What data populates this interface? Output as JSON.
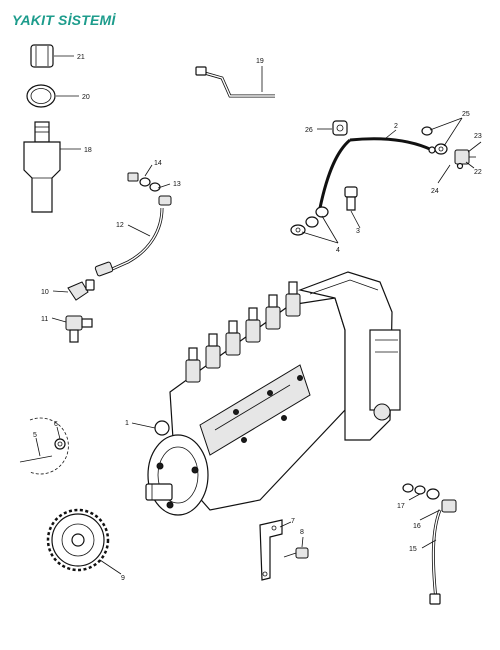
{
  "header": {
    "title": "YAKIT SİSTEMİ",
    "title_color": "#1d9c8c"
  },
  "callouts": {
    "c1": "1",
    "c2": "2",
    "c3": "3",
    "c4": "4",
    "c5": "5",
    "c6": "6",
    "c7": "7",
    "c8": "8",
    "c9": "9",
    "c10": "10",
    "c11": "11",
    "c12": "12",
    "c13": "13",
    "c14": "14",
    "c15": "15",
    "c16": "16",
    "c17": "17",
    "c18": "18",
    "c19": "19",
    "c20": "20",
    "c21": "21",
    "c22": "22",
    "c23": "23",
    "c24": "24",
    "c25": "25",
    "c26": "26"
  }
}
